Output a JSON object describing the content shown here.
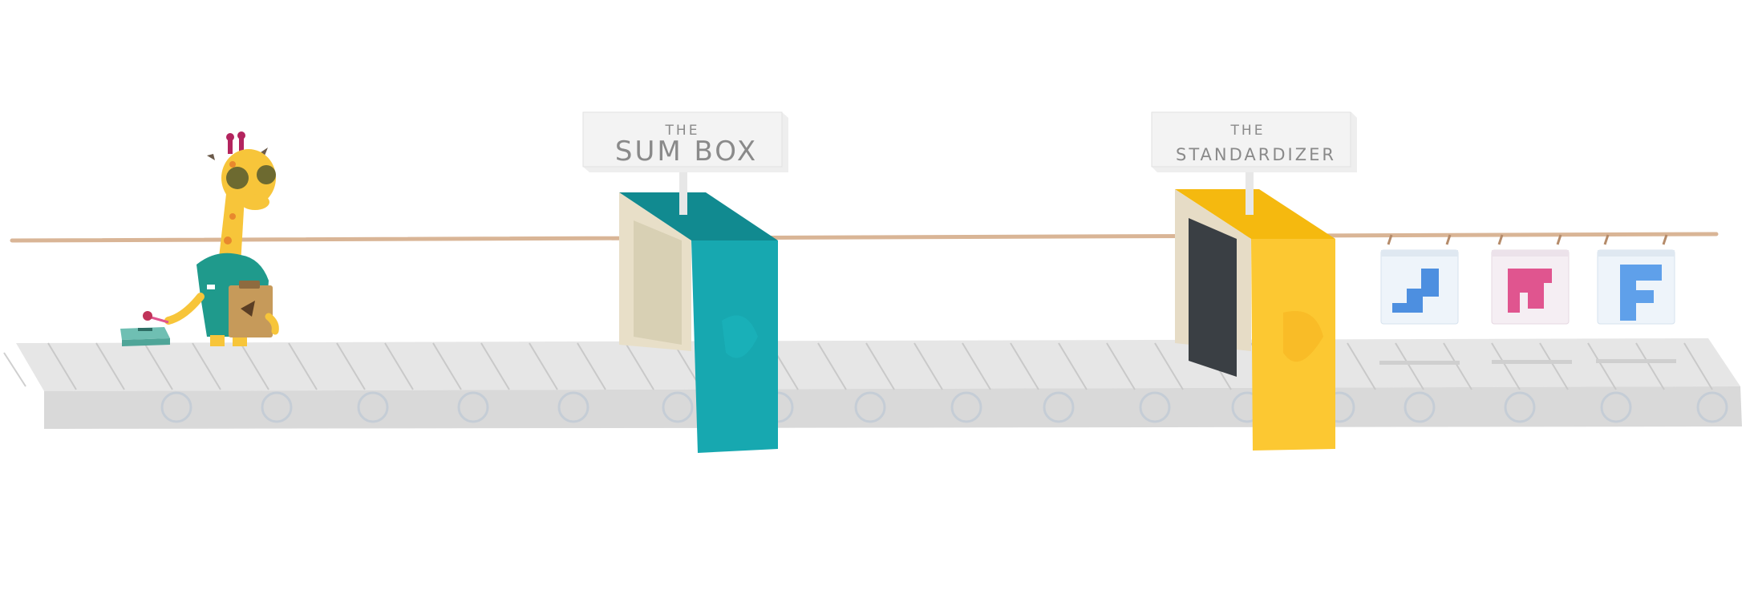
{
  "signs": {
    "sum_box": {
      "line1": "THE",
      "line2": "SUM BOX"
    },
    "standardizer": {
      "line1": "THE",
      "line2": "STANDARDIZER"
    }
  },
  "colors": {
    "background": "#ffffff",
    "belt": "#e3e3e3",
    "belt_side": "#d8d8d8",
    "roller": "#c5cdd6",
    "rope": "#d9b596",
    "sum_box": "#17a8b0",
    "sum_box_dark": "#118a90",
    "standardizer": "#fcc832",
    "standardizer_dark": "#f5b90f",
    "sign": "#efefef",
    "giraffe": "#f7c53a",
    "shirt": "#1f9a8c",
    "bag_blue": "#4d8fe0",
    "bag_pink": "#e0558f",
    "bag_light_blue": "#5fa0ea"
  },
  "icons": [
    "giraffe-figure",
    "clipboard",
    "lever-box",
    "hanging-bag"
  ]
}
